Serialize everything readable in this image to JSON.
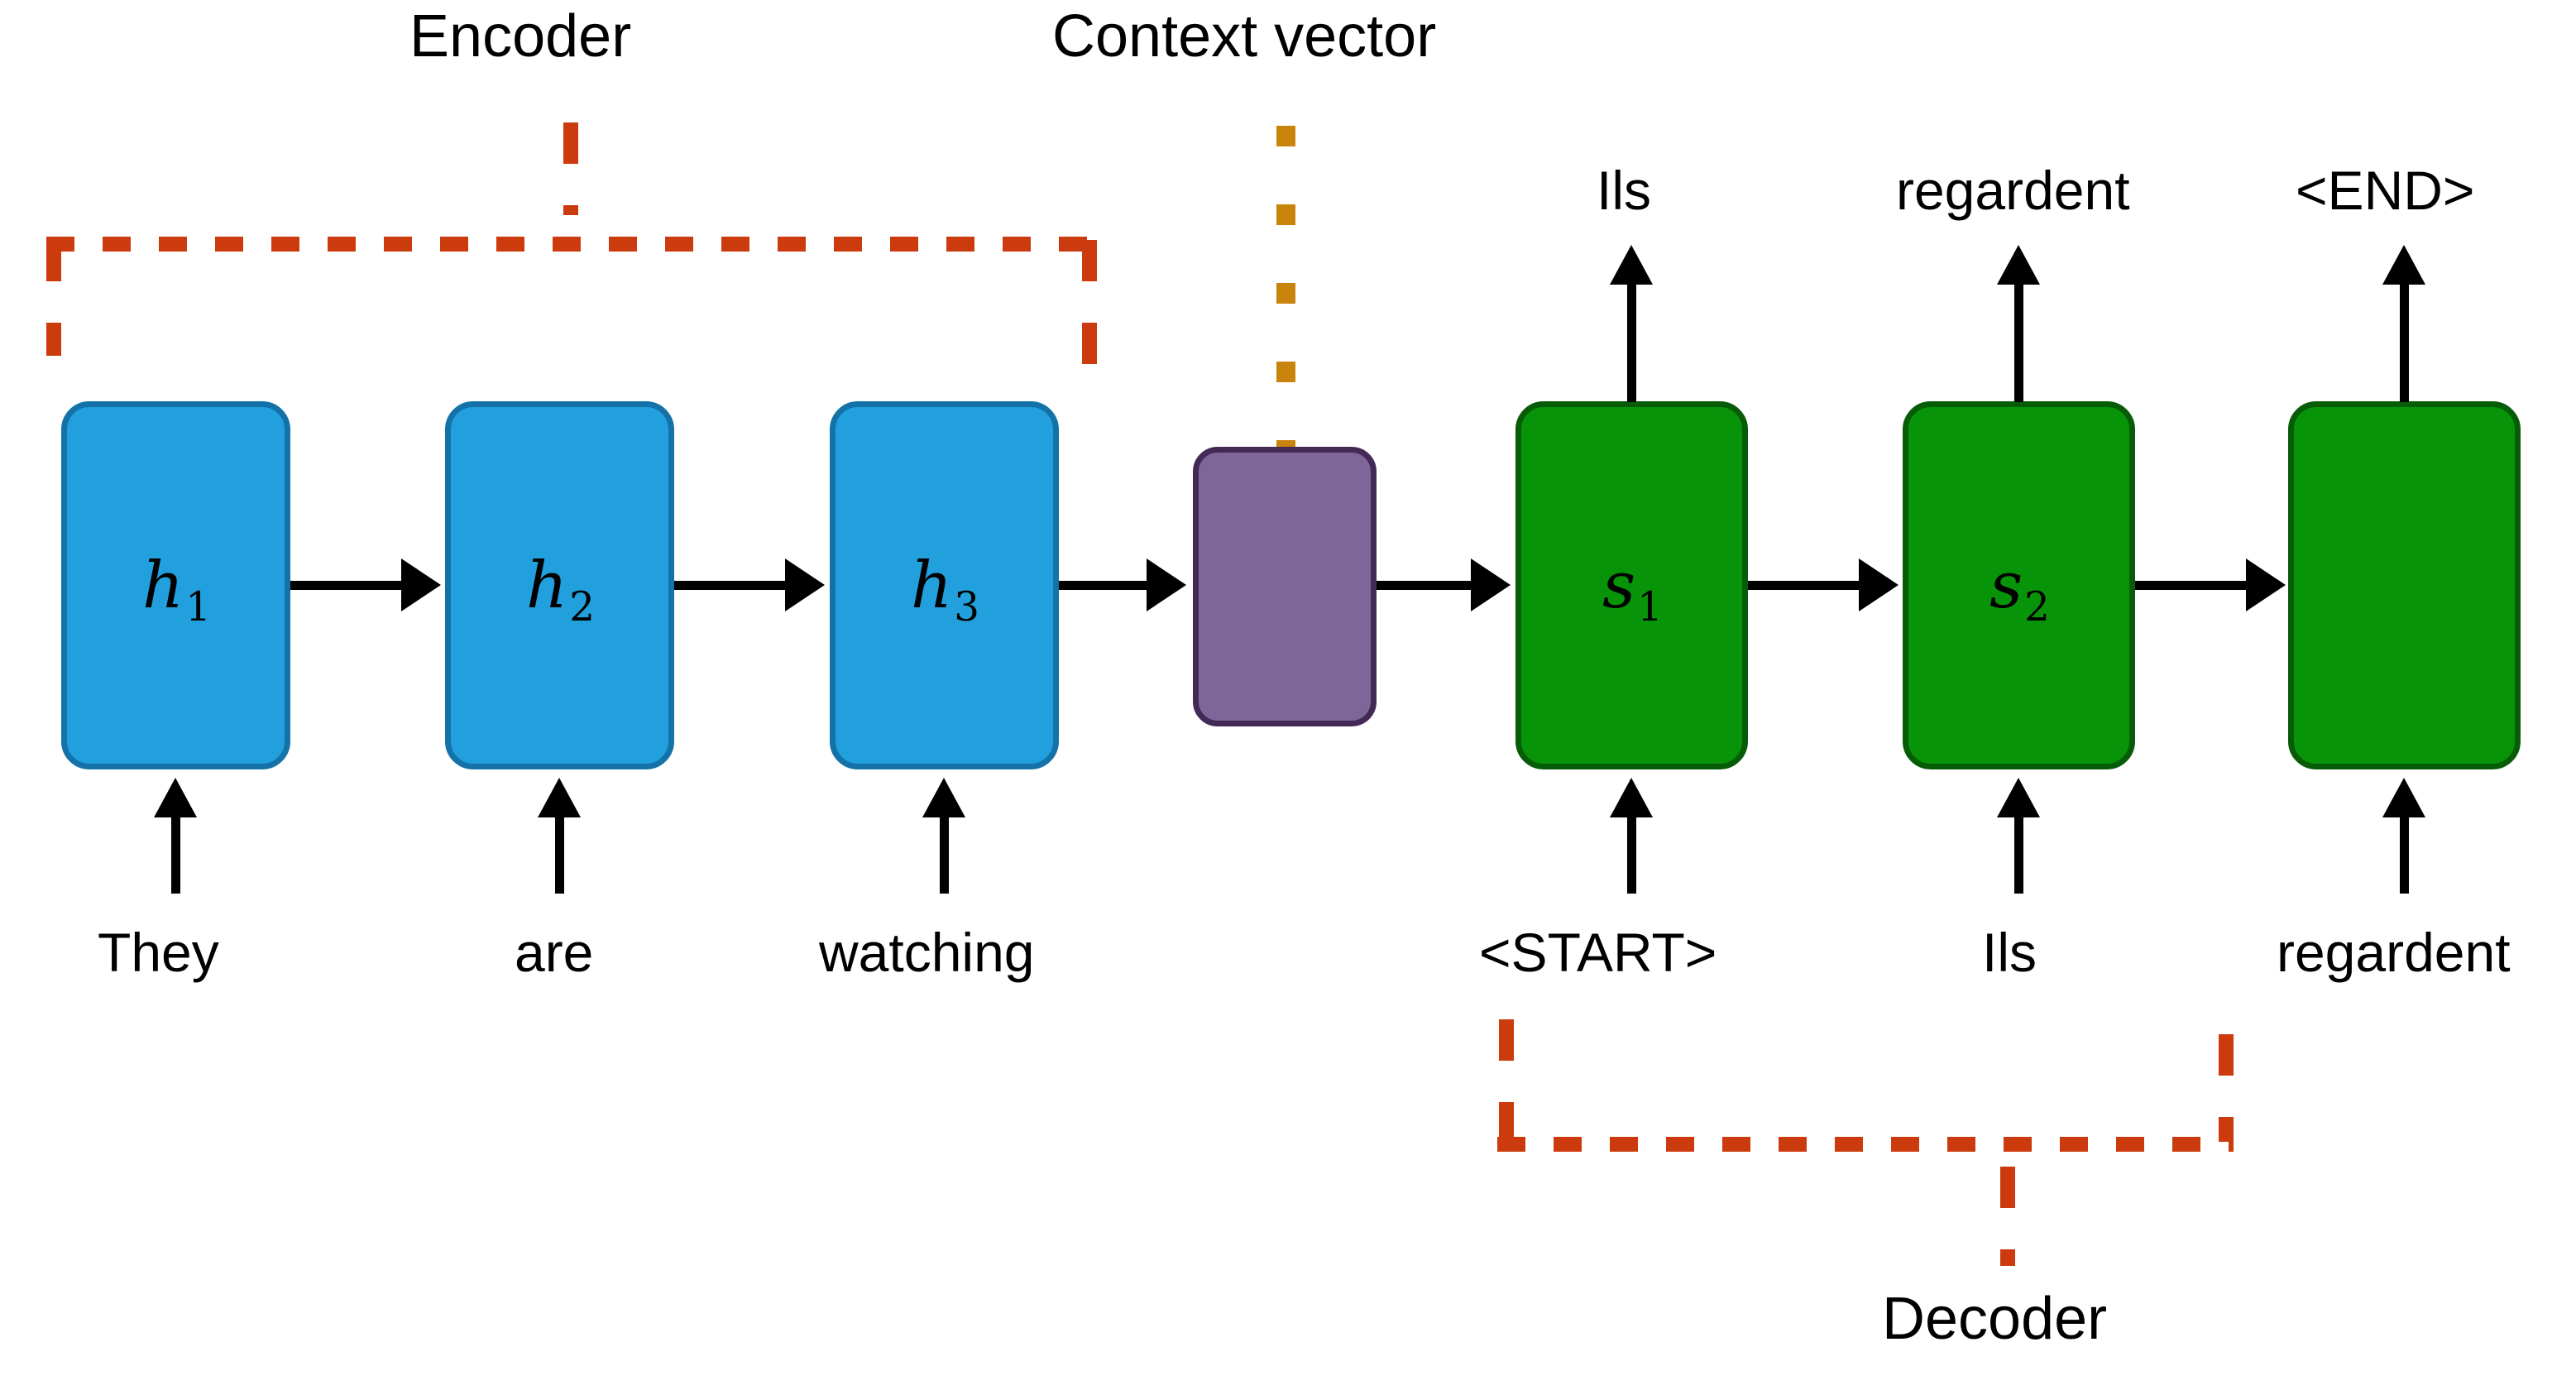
{
  "diagram": {
    "title_labels": {
      "encoder": "Encoder",
      "context_vector": "Context vector",
      "decoder": "Decoder"
    },
    "encoder": {
      "cells": [
        {
          "symbol": "h",
          "subscript": "1",
          "input_word": "They"
        },
        {
          "symbol": "h",
          "subscript": "2",
          "input_word": "are"
        },
        {
          "symbol": "h",
          "subscript": "3",
          "input_word": "watching"
        }
      ]
    },
    "context": {
      "symbol": "",
      "subscript": ""
    },
    "decoder": {
      "cells": [
        {
          "symbol": "s",
          "subscript": "1",
          "input_word": "<START>",
          "output_word": "Ils"
        },
        {
          "symbol": "s",
          "subscript": "2",
          "input_word": "Ils",
          "output_word": "regardent"
        },
        {
          "symbol": "",
          "subscript": "",
          "input_word": "regardent",
          "output_word": "<END>"
        }
      ]
    },
    "colors": {
      "encoder_fill": "#21a0dd",
      "encoder_border": "#1472a8",
      "context_fill": "#7f6699",
      "context_border": "#432a56",
      "decoder_fill": "#089408",
      "decoder_border": "#075d07",
      "bracket_red": "#cc3b0e",
      "context_dash_orange": "#c8840c",
      "arrow_black": "#000000",
      "background": "#ffffff"
    }
  }
}
